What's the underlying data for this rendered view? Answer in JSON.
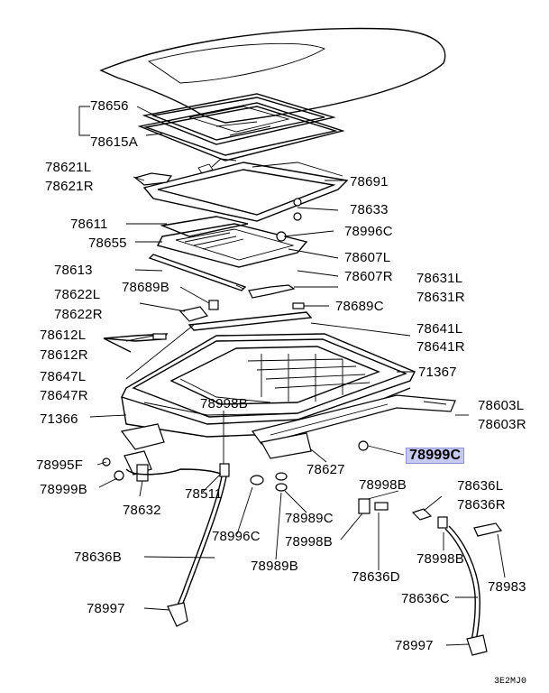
{
  "diagram": {
    "highlight_color": "#c6c9f2",
    "labels": {
      "p78656": "78656",
      "p78615A": "78615A",
      "p78621L": "78621L",
      "p78621R": "78621R",
      "p78691": "78691",
      "p78633": "78633",
      "p78611": "78611",
      "p78996C_a": "78996C",
      "p78655": "78655",
      "p78607L": "78607L",
      "p78613": "78613",
      "p78607R": "78607R",
      "p78631L": "78631L",
      "p78622L": "78622L",
      "p78689B": "78689B",
      "p78631R": "78631R",
      "p78622R": "78622R",
      "p78689C": "78689C",
      "p78612L": "78612L",
      "p78641L": "78641L",
      "p78612R": "78612R",
      "p78641R": "78641R",
      "p78647L": "78647L",
      "p71367": "71367",
      "p78647R": "78647R",
      "p78998B_a": "78998B",
      "p78603L": "78603L",
      "p71366": "71366",
      "p78603R": "78603R",
      "p78999C": "78999C",
      "p78995F": "78995F",
      "p78627": "78627",
      "p78999B": "78999B",
      "p78511": "78511",
      "p78998B_b": "78998B",
      "p78636L": "78636L",
      "p78636R": "78636R",
      "p78632": "78632",
      "p78996C_b": "78996C",
      "p78989C": "78989C",
      "p78998B_c": "78998B",
      "p78636B": "78636B",
      "p78998B_d": "78998B",
      "p78989B": "78989B",
      "p78636D": "78636D",
      "p78983": "78983",
      "p78997_a": "78997",
      "p78636C": "78636C",
      "p78997_b": "78997"
    },
    "code": "3E2MJ0"
  }
}
